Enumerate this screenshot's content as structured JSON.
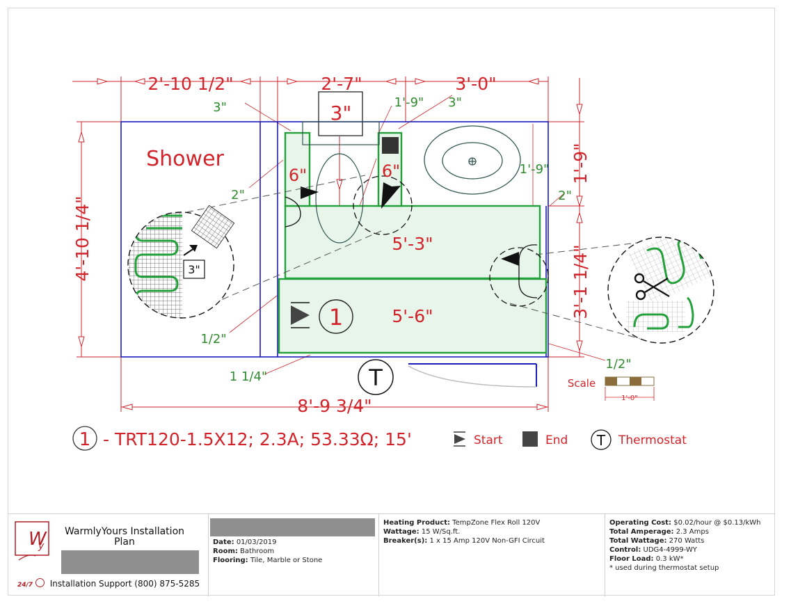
{
  "dimensions": {
    "top_left": "2'-10 1/2\"",
    "top_mid": "2'-7\"",
    "top_right": "3'-0\"",
    "left_height": "4'-10 1/4\"",
    "right_top": "1'-9\"",
    "right_bottom": "3'-1 1/4\"",
    "bottom_total": "8'-9 3/4\"",
    "green_3_left": "3\"",
    "green_1_9": "1'-9\"",
    "green_3_right": "3\"",
    "green_2_left": "2\"",
    "green_1_9_right": "1'-9\"",
    "green_2_right": "2\"",
    "green_half_left": "1/2\"",
    "green_1_1_4": "1 1/4\"",
    "green_half_right": "1/2\"",
    "box_3": "3\"",
    "six_left": "6\"",
    "six_right": "6\"",
    "area_upper": "5'-3\"",
    "area_lower": "5'-6\"",
    "detail_3": "3\""
  },
  "labels": {
    "shower": "Shower",
    "circuit_number": "1",
    "thermostat_symbol": "T",
    "scale": "Scale",
    "scale_unit": "1'-0\""
  },
  "legend": {
    "circuit_number": "1",
    "circuit_text": "- TRT120-1.5X12; 2.3A; 53.33Ω; 15'",
    "start": "Start",
    "end": "End",
    "thermostat_symbol": "T",
    "thermostat": "Thermostat"
  },
  "colors": {
    "dimension_red": "#d2232a",
    "green": "#2e8b2e",
    "wall_blue": "#1a1ab8",
    "area_fill": "#e8f5ea"
  },
  "titleblock": {
    "plan_title": "WarmlyYours Installation Plan",
    "support_badge": "24/7",
    "support": "Installation Support (800) 875-5285",
    "date_label": "Date:",
    "date": "01/03/2019",
    "room_label": "Room:",
    "room": "Bathroom",
    "flooring_label": "Flooring:",
    "flooring": "Tile, Marble or Stone",
    "product_label": "Heating Product:",
    "product": "TempZone Flex Roll 120V",
    "wattage_label": "Wattage:",
    "wattage": "15 W/Sq.ft.",
    "breaker_label": "Breaker(s):",
    "breaker": "1 x 15 Amp 120V Non-GFI Circuit",
    "cost_label": "Operating Cost:",
    "cost": "$0.02/hour @ $0.13/kWh",
    "amperage_label": "Total Amperage:",
    "amperage": "2.3 Amps",
    "total_wattage_label": "Total Wattage:",
    "total_wattage": "270 Watts",
    "control_label": "Control:",
    "control": "UDG4-4999-WY",
    "load_label": "Floor Load:",
    "load": "0.3 kW*",
    "note": "* used during thermostat setup"
  }
}
